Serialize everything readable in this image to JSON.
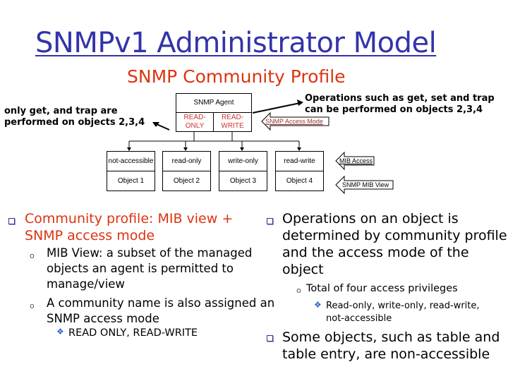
{
  "slide": {
    "title": "SNMPv1 Administrator Model",
    "subtitle": "SNMP Community Profile",
    "colors": {
      "title": "#3333aa",
      "subtitle": "#dd3311",
      "bullet_text_red": "#dd3311",
      "access_mode_red": "#cc3333"
    }
  },
  "diagram": {
    "left_note": [
      "only get, and trap are",
      "performed on objects 2,3,4"
    ],
    "right_note": [
      "Operations such as get, set and trap",
      "can be performed on objects 2,3,4"
    ],
    "agent": {
      "label": "SNMP Agent",
      "modes": [
        "READ-\nONLY",
        "READ-\nWRITE"
      ],
      "mode_lines": [
        [
          "READ-",
          "ONLY"
        ],
        [
          "READ-",
          "WRITE"
        ]
      ]
    },
    "access_mode_tag": "SNMP Access Mode",
    "objects": [
      {
        "access": "not-accessible",
        "name": "Object 1"
      },
      {
        "access": "read-only",
        "name": "Object 2"
      },
      {
        "access": "write-only",
        "name": "Object 3"
      },
      {
        "access": "read-write",
        "name": "Object 4"
      }
    ],
    "mib_access_tag": "MIB Access",
    "mib_view_tag": "SNMP MIB View"
  },
  "bullets": {
    "left": {
      "main": [
        "Community profile: MIB view +",
        "SNMP access mode"
      ],
      "sub": [
        {
          "lines": [
            "MIB View: a subset of the managed",
            "objects an agent is permitted to",
            "manage/view"
          ]
        },
        {
          "lines": [
            "A community name is also assigned an",
            "SNMP access mode"
          ],
          "sub": [
            "READ ONLY, READ-WRITE"
          ]
        }
      ]
    },
    "right": {
      "main1": [
        "Operations on an object is",
        "determined by community profile",
        "and the access mode of the",
        "object"
      ],
      "sub1": [
        "Total of four access privileges"
      ],
      "subsub1": [
        "Read-only, write-only, read-write,",
        "not-accessible"
      ],
      "main2": [
        "Some objects, such as table and",
        "table entry, are non-accessible"
      ]
    }
  }
}
